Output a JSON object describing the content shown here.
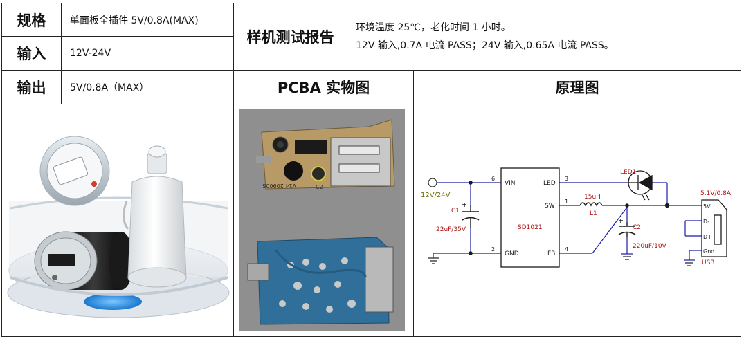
{
  "spec": {
    "label_spec": "规格",
    "value_spec": "单面板全插件 5V/0.8A(MAX)",
    "label_input": "输入",
    "value_input": "12V-24V",
    "label_output": "输出",
    "value_output": "5V/0.8A（MAX）"
  },
  "report": {
    "title": "样机测试报告",
    "line1": "环境温度 25℃，老化时间 1 小时。",
    "line2": "12V 输入,0.7A 电流 PASS；24V 输入,0.65A 电流  PASS。"
  },
  "headers": {
    "pcba": "PCBA 实物图",
    "schematic": "原理图"
  },
  "board": {
    "silk_top": "V14 20900S",
    "silk_c2": "C2"
  },
  "schematic": {
    "input_label": "12V/24V",
    "c1_name": "C1",
    "c1_value": "22uF/35V",
    "ic_name": "SD1021",
    "pin_vin": "VIN",
    "pin_gnd": "GND",
    "pin_led": "LED",
    "pin_sw": "SW",
    "pin_fb": "FB",
    "num_vin": "6",
    "num_gnd": "2",
    "num_led": "3",
    "num_sw": "1",
    "num_fb": "4",
    "l1_value": "15uH",
    "l1_name": "L1",
    "led_name": "LED1",
    "c2_name": "C2",
    "c2_value": "220uF/10V",
    "usb_rating": "5.1V/0.8A",
    "usb_5v": "5V",
    "usb_dm": "D-",
    "usb_dp": "D+",
    "usb_gnd": "Gnd",
    "usb_name": "USB"
  },
  "colors": {
    "border": "#222222",
    "wire": "#1a1aa6",
    "ref_red": "#b01010",
    "pin_text": "#1a1a1a",
    "board_blue": "#2f6f9a",
    "board_tan": "#b89a66",
    "photo_bg": "#8f8f8f"
  }
}
